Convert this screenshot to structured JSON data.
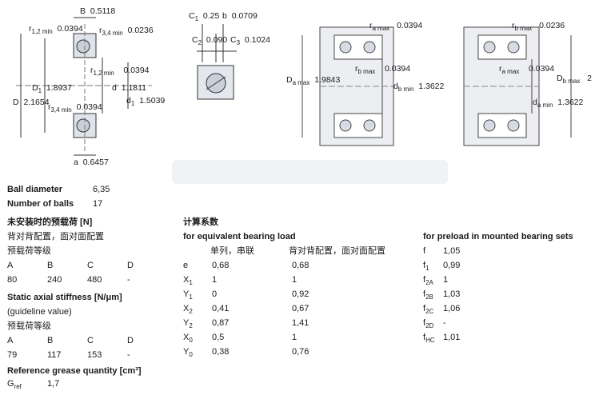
{
  "drawing": {
    "fig1": {
      "B_label": "B",
      "B_value": "0.5118",
      "r12_label": "r",
      "r12_sub": "1,2 min",
      "r12_value": "0.0394",
      "r34_label": "r",
      "r34_sub": "3,4 min",
      "r34_value": "0.0236",
      "r12b_label": "r",
      "r12b_sub": "1,2 min",
      "r12b_value": "0.0394",
      "D1_label": "D",
      "D1_sub": "1",
      "D1_value": "1.8937",
      "d_label": "d",
      "d_value": "1.1811",
      "D_label": "D",
      "D_value": "2.1654",
      "r34b_label": "r",
      "r34b_sub": "3,4 min",
      "r34b_value": "0.0394",
      "d1_label": "d",
      "d1_sub": "1",
      "d1_value": "1.5039",
      "a_label": "a",
      "a_value": "0.6457"
    },
    "fig2": {
      "C1_label": "C",
      "C1_sub": "1",
      "C1_value": "0.25",
      "b_label": "b",
      "b_value": "0.0709",
      "C2_label": "C",
      "C2_sub": "2",
      "C2_value": "0.090",
      "C3_label": "C",
      "C3_sub": "3",
      "C3_value": "0.1024"
    },
    "fig3": {
      "ra_label": "r",
      "ra_sub": "a max",
      "ra_value": "0.0394",
      "Da_label": "D",
      "Da_sub": "a max",
      "Da_value": "1.9843",
      "rb_label": "r",
      "rb_sub": "b max",
      "rb_value": "0.0394",
      "db_label": "d",
      "db_sub": "b min",
      "db_value": "1.3622"
    },
    "fig4": {
      "rb_label": "r",
      "rb_sub": "b max",
      "rb_value": "0.0236",
      "ra_label": "r",
      "ra_sub": "a max",
      "ra_value": "0.0394",
      "Db_label": "D",
      "Db_sub": "b max",
      "Db_value": "2",
      "da_label": "d",
      "da_sub": "a min",
      "da_value": "1.3622"
    }
  },
  "ball": {
    "diameter_label": "Ball diameter",
    "diameter_value": "6,35",
    "number_label": "Number of balls",
    "number_value": "17"
  },
  "preload": {
    "title": "未安装时的预载荷 [N]",
    "subtitle": "背对背配置，面对面配置",
    "class_label": "预载荷等级",
    "headers": [
      "A",
      "B",
      "C",
      "D"
    ],
    "values": [
      "80",
      "240",
      "480",
      "-"
    ]
  },
  "stiffness": {
    "title": "Static axial stiffness [N/μm]",
    "note": "(guideline value)",
    "class_label": "预载荷等级",
    "headers": [
      "A",
      "B",
      "C",
      "D"
    ],
    "values": [
      "79",
      "117",
      "153",
      "-"
    ]
  },
  "grease": {
    "title": "Reference grease quantity [cm³]",
    "symbol": "G",
    "symbol_sub": "ref",
    "value": "1,7"
  },
  "calc": {
    "title": "计算系数",
    "equiv_title": "for equivalent bearing load",
    "col1": "单列，串联",
    "col2": "背对背配置，面对面配置",
    "rows": [
      {
        "sym": "e",
        "sub": "",
        "v1": "0,68",
        "v2": "0,68"
      },
      {
        "sym": "X",
        "sub": "1",
        "v1": "1",
        "v2": "1"
      },
      {
        "sym": "Y",
        "sub": "1",
        "v1": "0",
        "v2": "0,92"
      },
      {
        "sym": "X",
        "sub": "2",
        "v1": "0,41",
        "v2": "0,67"
      },
      {
        "sym": "Y",
        "sub": "2",
        "v1": "0,87",
        "v2": "1,41"
      },
      {
        "sym": "X",
        "sub": "0",
        "v1": "0,5",
        "v2": "1"
      },
      {
        "sym": "Y",
        "sub": "0",
        "v1": "0,38",
        "v2": "0,76"
      }
    ]
  },
  "preload_sets": {
    "title": "for preload in mounted bearing sets",
    "rows": [
      {
        "sym": "f",
        "sub": "",
        "val": "1,05"
      },
      {
        "sym": "f",
        "sub": "1",
        "val": "0,99"
      },
      {
        "sym": "f",
        "sub": "2A",
        "val": "1"
      },
      {
        "sym": "f",
        "sub": "2B",
        "val": "1,03"
      },
      {
        "sym": "f",
        "sub": "2C",
        "val": "1,06"
      },
      {
        "sym": "f",
        "sub": "2D",
        "val": "-"
      },
      {
        "sym": "f",
        "sub": "HC",
        "val": "1,01"
      }
    ]
  }
}
